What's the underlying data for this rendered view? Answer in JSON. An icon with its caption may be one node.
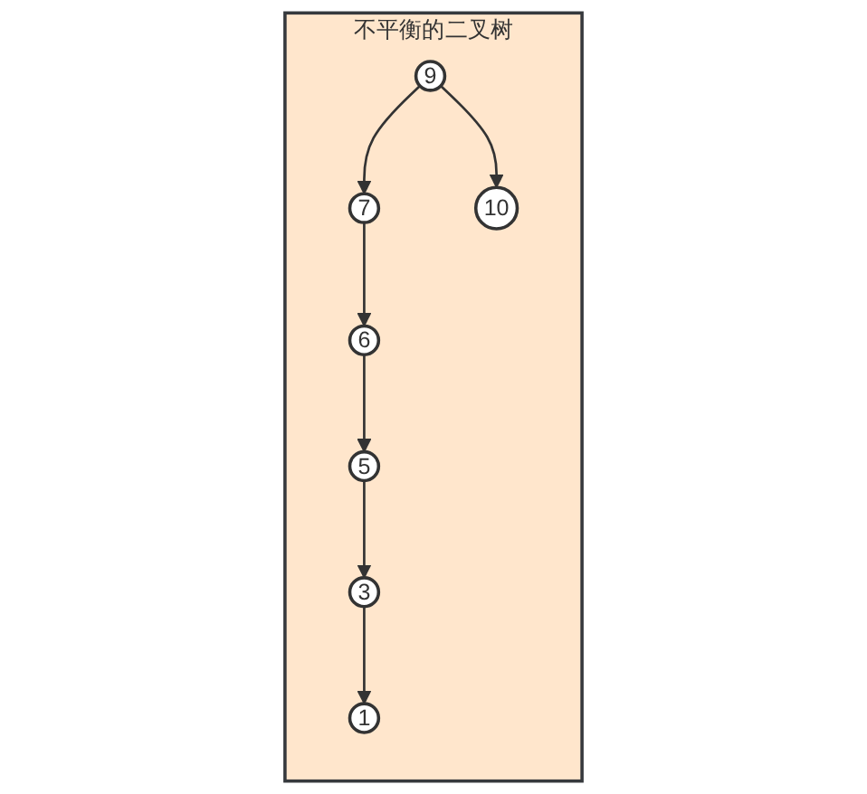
{
  "diagram": {
    "nodes": [
      {
        "text": [
          "不平衡的二叉树"
        ]
      },
      {
        "text": [
          "9"
        ],
        "in": 0
      },
      {
        "text": [
          "7"
        ],
        "in": 0
      },
      {
        "text": [
          "10"
        ],
        "in": 0
      },
      {
        "text": [
          "6"
        ],
        "in": 0
      },
      {
        "text": [
          "5"
        ],
        "in": 0
      },
      {
        "text": [
          "3"
        ],
        "in": 0
      },
      {
        "text": [
          "1"
        ],
        "in": 0
      }
    ],
    "edges": [
      {
        "from": 1,
        "to": 2,
        "arrow": "to"
      },
      {
        "from": 1,
        "to": 3,
        "arrow": "to"
      },
      {
        "from": 2,
        "to": 4,
        "arrow": "to"
      },
      {
        "from": 4,
        "to": 5,
        "arrow": "to"
      },
      {
        "from": 5,
        "to": 6,
        "arrow": "to"
      },
      {
        "from": 6,
        "to": 7,
        "arrow": "to"
      }
    ]
  }
}
